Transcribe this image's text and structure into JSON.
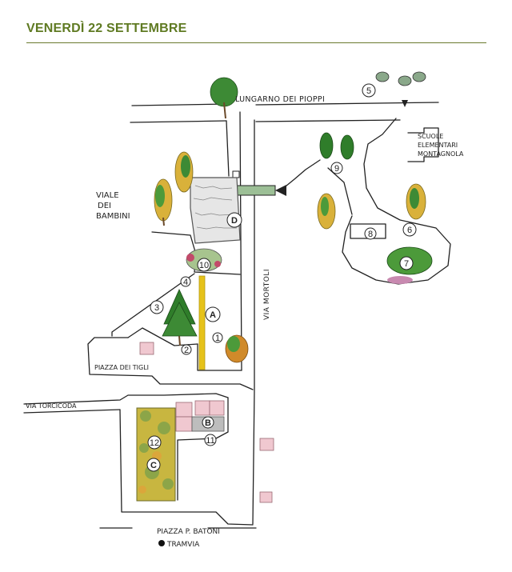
{
  "header": {
    "title": "VENERDÌ 22 SETTEMBRE"
  },
  "streets": {
    "lungarno": "LUNGARNO DEI PIOPPI",
    "via_mortoli": "VIA MORTOLI",
    "viale_line1": "VIALE",
    "viale_line2": "DEI",
    "viale_line3": "BAMBINI",
    "piazza_tigli": "PIAZZA DEI TIGLI",
    "via_torcicoda": "VIA TORCICODA",
    "piazza_batoni": "PIAZZA P. BATONI",
    "tramvia": "TRAMVIA"
  },
  "places": {
    "scuole_line1": "SCUOLE",
    "scuole_line2": "ELEMENTARI",
    "scuole_line3": "MONTAGNOLA"
  },
  "markers": {
    "m1": "1",
    "m2": "2",
    "m3": "3",
    "m4": "4",
    "m5": "5",
    "m6": "6",
    "m7": "7",
    "m8": "8",
    "m9": "9",
    "m10": "10",
    "m11": "11",
    "m12": "12",
    "A": "A",
    "B": "B",
    "C": "C",
    "D": "D"
  },
  "colors": {
    "header": "#5f7a22",
    "tree_green": "#2f7d2a",
    "tree_yellow": "#d9b13a",
    "path_yellow": "#e6c21a",
    "pink": "#f0c8d0",
    "grey": "#bdbdbd",
    "corridor": "#9cbf96"
  }
}
